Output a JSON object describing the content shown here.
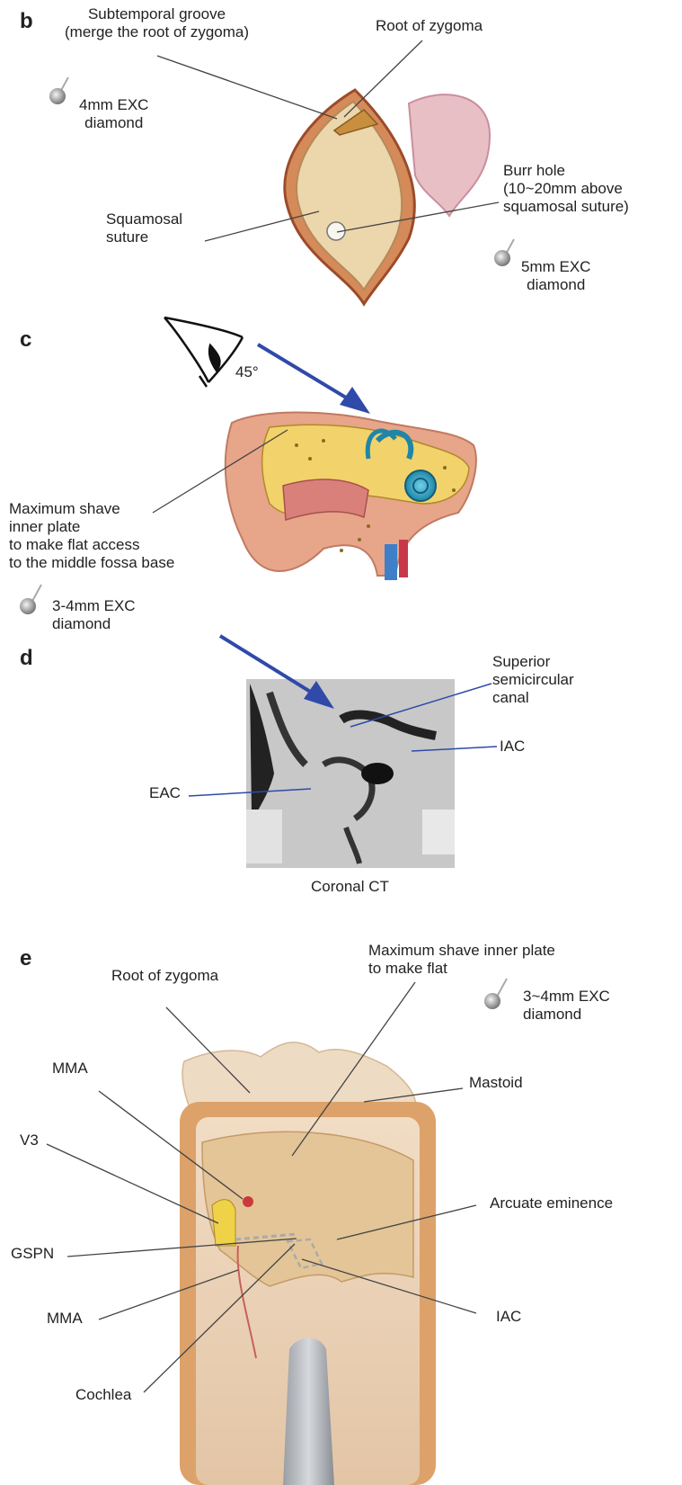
{
  "panels": {
    "b": {
      "letter": "b",
      "subtemporal_groove": "Subtemporal groove\n(merge the root of zygoma)",
      "root_of_zygoma": "Root of zygoma",
      "drill_4mm": "4mm EXC\ndiamond",
      "burr_hole": "Burr hole\n(10~20mm above\nsquamosal suture)",
      "squamosal_suture": "Squamosal\nsuture",
      "drill_5mm": "5mm EXC\ndiamond"
    },
    "c": {
      "letter": "c",
      "angle": "45°",
      "max_shave": "Maximum shave\ninner plate\nto make flat access\nto the middle fossa base",
      "drill_3_4mm": "3-4mm EXC\ndiamond"
    },
    "d": {
      "letter": "d",
      "superior_canal": "Superior\nsemicircular\ncanal",
      "iac": "IAC",
      "eac": "EAC",
      "caption": "Coronal CT"
    },
    "e": {
      "letter": "e",
      "root_of_zygoma": "Root of zygoma",
      "max_shave": "Maximum shave inner plate\nto make flat",
      "drill_3_4mm": "3~4mm EXC\ndiamond",
      "mma_top": "MMA",
      "mastoid": "Mastoid",
      "v3": "V3",
      "arcuate": "Arcuate eminence",
      "gspn": "GSPN",
      "mma_bottom": "MMA",
      "iac": "IAC",
      "cochlea": "Cochlea"
    }
  },
  "colors": {
    "arrow": "#2f4aa8",
    "leader": "#444444",
    "bone": "#e8cfa4",
    "skin": "#e7a58a",
    "ct_gray": "#c8c8c8"
  }
}
